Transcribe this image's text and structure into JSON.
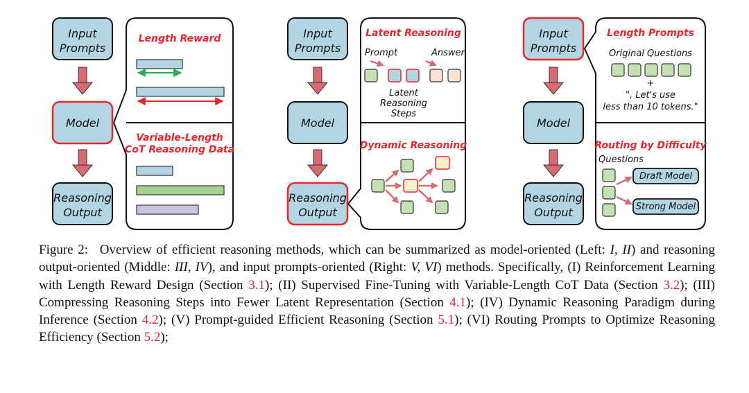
{
  "panels": {
    "left": {
      "input_label": [
        "Input",
        "Prompts"
      ],
      "model_label": "Model",
      "output_label": [
        "Reasoning",
        "Output"
      ],
      "top_title": "Length Reward",
      "bottom_title": [
        "Variable-Length",
        "CoT Reasoning Data"
      ]
    },
    "middle": {
      "input_label": [
        "Input",
        "Prompts"
      ],
      "model_label": "Model",
      "output_label": [
        "Reasoning",
        "Output"
      ],
      "top_title": "Latent Reasoning",
      "prompt_label": "Prompt",
      "answer_label": "Answer",
      "latent_label": [
        "Latent",
        "Reasoning",
        "Steps"
      ],
      "bottom_title": "Dynamic Reasoning"
    },
    "right": {
      "input_label": [
        "Input",
        "Prompts"
      ],
      "model_label": "Model",
      "output_label": [
        "Reasoning",
        "Output"
      ],
      "top_title": "Length Prompts",
      "original_questions": "Original Questions",
      "plus": "+",
      "prompt_suffix": [
        "\", Let's use",
        "less than 10 tokens.\""
      ],
      "bottom_title": "Routing by Difficulty",
      "questions_label": "Questions",
      "draft_model": "Draft Model",
      "strong_model": "Strong Model"
    }
  },
  "caption": {
    "label": "Figure 2:",
    "t1": "Overview of efficient reasoning methods, which can be summarized as model-oriented (Left: ",
    "i1": "I, II",
    "t2": ") and reasoning output-oriented (Middle: ",
    "i2": "III, IV",
    "t3": "), and input prompts-oriented (Right: ",
    "i3": "V, VI",
    "t4": ") methods. Specifically, (I) Reinforcement Learning with Length Reward Design (Section ",
    "r1": "3.1",
    "t5": "); (II) Supervised Fine-Tuning with Variable-Length CoT Data (Section ",
    "r2": "3.2",
    "t6": "); (III) Compressing Reasoning Steps into Fewer Latent Representation (Section ",
    "r3": "4.1",
    "t7": "); (IV) Dynamic Reasoning Paradigm during Inference (Section ",
    "r4": "4.2",
    "t8": "); (V) Prompt-guided Efficient Reasoning (Section ",
    "r5": "5.1",
    "t9": "); (VI) Routing Prompts to Optimize Reasoning Efficiency (Section ",
    "r6": "5.2",
    "t10": ");"
  },
  "colors": {
    "box_fill": "#b3d4e3",
    "red": "#e8262b",
    "arrow": "#d96a72",
    "green_bar": "#a4d18f",
    "lavender_bar": "#c7c7dd",
    "green_square": "#c5e0b4",
    "peach_square": "#fbe3d3",
    "yellow_square": "#fff2cc",
    "green_line": "#22b14c"
  }
}
